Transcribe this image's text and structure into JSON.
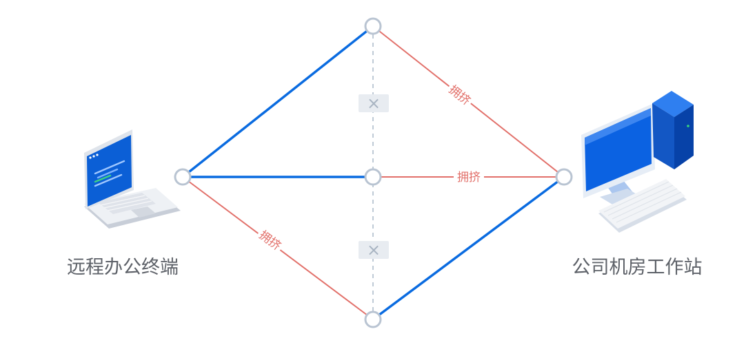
{
  "nodes": {
    "left_terminal": {
      "label": "远程办公终端"
    },
    "right_workstation": {
      "label": "公司机房工作站"
    }
  },
  "paths": {
    "congestion_label": "拥挤",
    "blocked_marker": "×"
  },
  "colors": {
    "good_path": "#0a6be0",
    "congested_path": "#e2706a",
    "node_ring": "#b9c4d2",
    "blocked_line": "#aab8c8",
    "label_text": "#5d6168",
    "blocked_box": "#e8ecf1",
    "blocked_x": "#a8b4c2"
  }
}
